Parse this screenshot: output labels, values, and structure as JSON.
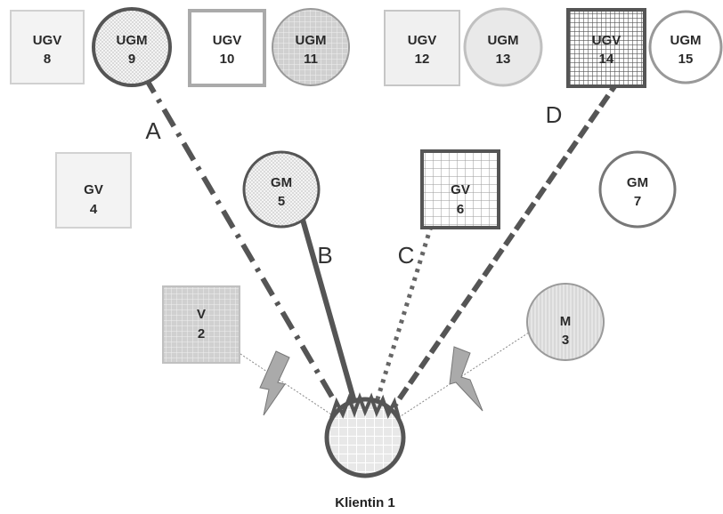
{
  "nodes": [
    {
      "id": "ugv8",
      "name": "UGV",
      "num": "8"
    },
    {
      "id": "ugm9",
      "name": "UGM",
      "num": "9"
    },
    {
      "id": "ugv10",
      "name": "UGV",
      "num": "10"
    },
    {
      "id": "ugm11",
      "name": "UGM",
      "num": "11"
    },
    {
      "id": "ugv12",
      "name": "UGV",
      "num": "12"
    },
    {
      "id": "ugm13",
      "name": "UGM",
      "num": "13"
    },
    {
      "id": "ugv14",
      "name": "UGV",
      "num": "14"
    },
    {
      "id": "ugm15",
      "name": "UGM",
      "num": "15"
    },
    {
      "id": "gv4",
      "name": "GV",
      "num": "4"
    },
    {
      "id": "gm5",
      "name": "GM",
      "num": "5"
    },
    {
      "id": "gv6",
      "name": "GV",
      "num": "6"
    },
    {
      "id": "gm7",
      "name": "GM",
      "num": "7"
    },
    {
      "id": "v2",
      "name": "V",
      "num": "2"
    },
    {
      "id": "m3",
      "name": "M",
      "num": "3"
    }
  ],
  "paths": [
    {
      "id": "a",
      "letter": "A"
    },
    {
      "id": "b",
      "letter": "B"
    },
    {
      "id": "c",
      "letter": "C"
    },
    {
      "id": "d",
      "letter": "D"
    }
  ],
  "client": {
    "label": "Klientin 1"
  },
  "colors": {
    "stroke": "#555555",
    "light_fill": "#f2f2f2",
    "mid_fill": "#c8c8c8",
    "dark_stroke": "#4a4a4a"
  }
}
